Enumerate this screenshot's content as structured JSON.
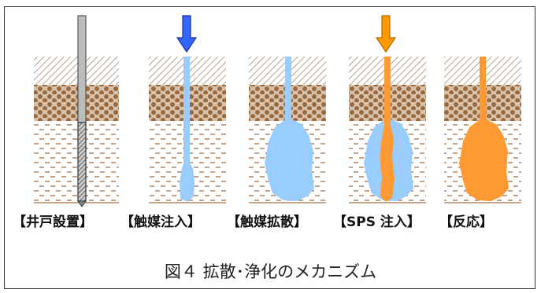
{
  "steps": [
    {
      "label": "【井戸設置】"
    },
    {
      "label": "【触媒注入】"
    },
    {
      "label": "【触媒拡散】"
    },
    {
      "label": "【SPS 注入】"
    },
    {
      "label": "【反応】"
    }
  ],
  "caption": "図４ 拡散･浄化のメカニズム",
  "colors": {
    "catalyst": "#99ccff",
    "sps": "#ff9933",
    "catalyst_arrow": "#3366ff",
    "sps_arrow": "#ff9900",
    "soil_hatch": "#b5a08c",
    "gravel_dot": "#9a6a3e",
    "clay_dash": "#a0714a",
    "casing": "#888888"
  }
}
